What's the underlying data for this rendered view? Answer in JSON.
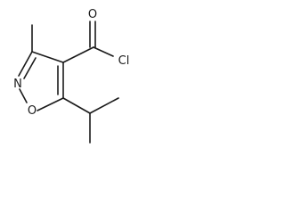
{
  "structure": {
    "atoms": {
      "nitrogen": "N",
      "ring_oxygen": "O",
      "carbonyl_oxygen": "O",
      "chlorine": "Cl"
    },
    "line_color": "#1a1a1a",
    "background": "#ffffff"
  }
}
